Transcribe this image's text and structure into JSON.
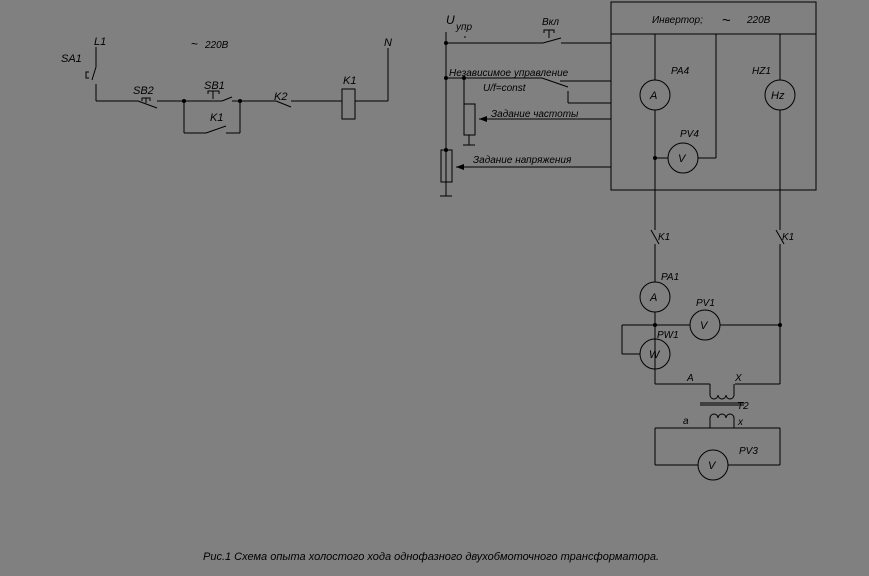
{
  "left_circuit": {
    "phase_label": "L1",
    "neutral_label": "N",
    "voltage_label": "220В",
    "switch_sa1": "SA1",
    "button_sb2": "SB2",
    "button_sb1": "SB1",
    "contact_k1": "K1",
    "contact_k2": "K2",
    "coil_k1": "K1"
  },
  "control": {
    "u_label": "U",
    "u_sub": "упр",
    "on_switch": "Вкл",
    "independent_control": "Независимое управление",
    "uf_const": "U/f=const",
    "freq_setpoint": "Задание частоты",
    "volt_setpoint": "Задание напряжения"
  },
  "inverter": {
    "title": "Инвертор;",
    "ac_symbol": "~",
    "voltage": "220В"
  },
  "meters": {
    "pa4": "PA4",
    "pa4_sym": "A",
    "hz1": "HZ1",
    "hz1_sym": "Hz",
    "pv4": "PV4",
    "pv4_sym": "V",
    "pa1": "PA1",
    "pa1_sym": "A",
    "pv1": "PV1",
    "pv1_sym": "V",
    "pw1": "PW1",
    "pw1_sym": "W",
    "pv3": "PV3",
    "pv3_sym": "V"
  },
  "contactors": {
    "k1_left": "K1",
    "k1_right": "K1"
  },
  "transformer": {
    "name": "T2",
    "term_A": "A",
    "term_X": "X",
    "term_a": "a",
    "term_x": "x"
  },
  "caption": "Рис.1 Схема опыта холостого хода однофазного двухобмоточного трансформатора."
}
